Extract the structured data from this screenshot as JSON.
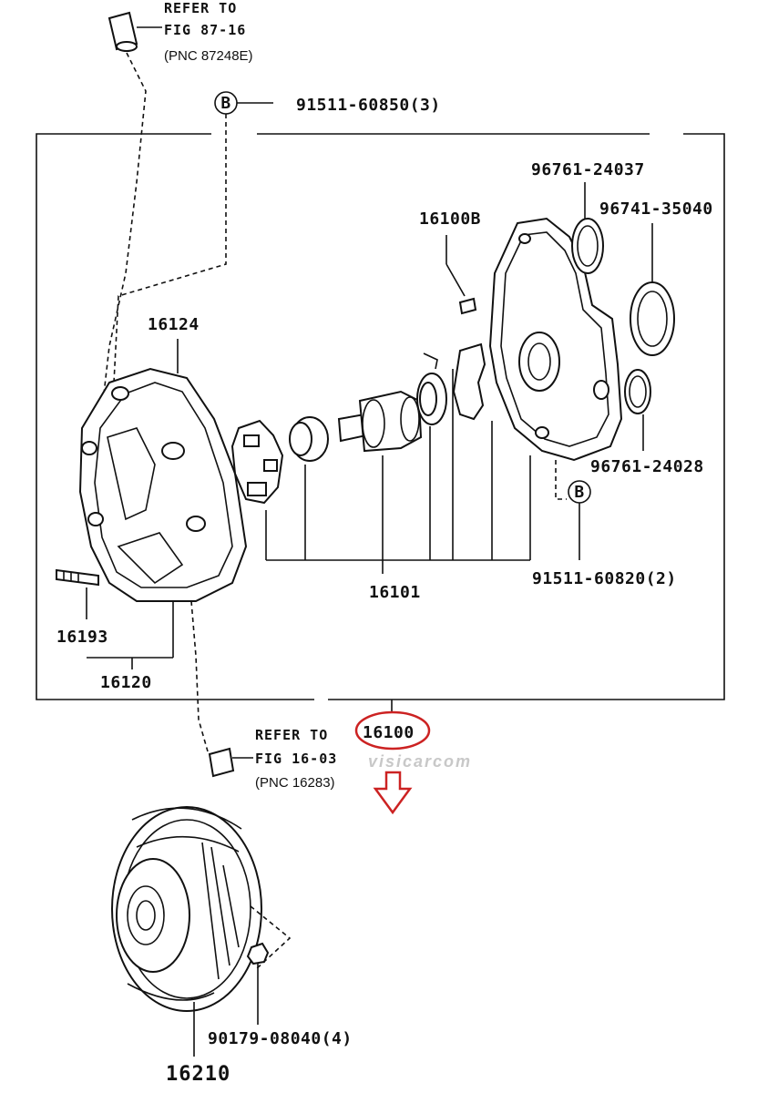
{
  "refer_top": {
    "line1": "REFER TO",
    "line2": "FIG 87-16",
    "line3": "(PNC 87248E)"
  },
  "refer_bottom": {
    "line1": "REFER TO",
    "line2": "FIG 16-03",
    "line3": "(PNC 16283)"
  },
  "callouts": {
    "bolt_b_top": "91511-60850(3)",
    "marker_b": "B",
    "o_ring_1": "96761-24037",
    "o_ring_2": "96741-35040",
    "o_ring_3": "96761-24028",
    "bolt_b_right": "91511-60820(2)",
    "plug": "16100B",
    "pump_cover": "16124",
    "stud": "16193",
    "pump_body": "16120",
    "pump_kit": "16101",
    "assembly": "16100",
    "fan_nut": "90179-08040(4)",
    "fan_clutch": "16210"
  },
  "highlight_color": "#cc2222",
  "watermark": "visicarcom"
}
